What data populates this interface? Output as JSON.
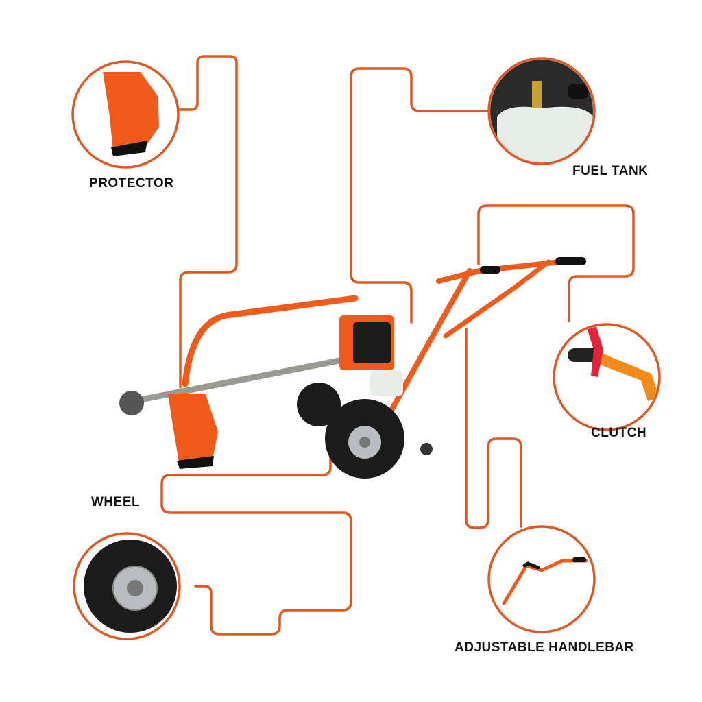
{
  "colors": {
    "accent": "#E0571F",
    "machine_orange": "#F05A1A",
    "text": "#111111"
  },
  "labels": {
    "protector": "PROTECTOR",
    "fuel_tank": "FUEL TANK",
    "clutch": "CLUTCH",
    "wheel": "WHEEL",
    "handlebar": "ADJUSTABLE HANDLEBAR"
  }
}
